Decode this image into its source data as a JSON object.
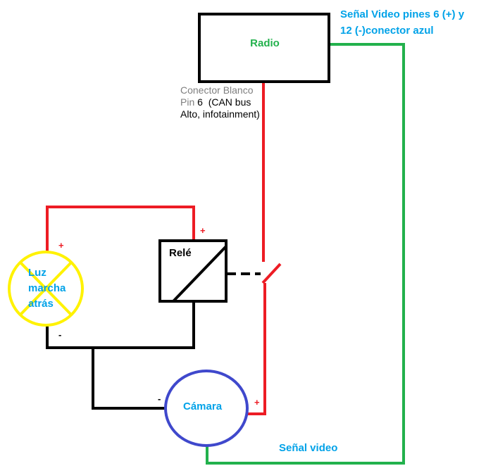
{
  "colors": {
    "red": "#ed1c24",
    "green": "#22b14c",
    "black": "#000000",
    "blue_text": "#00a2e8",
    "yellow": "#fff200",
    "camera_blue": "#3f48cc",
    "gray_text": "#7f7f7f"
  },
  "components": {
    "radio": {
      "label": "Radio"
    },
    "relay": {
      "label": "Relé"
    },
    "camera": {
      "label": "Cámara"
    },
    "lamp": {
      "label_line1": "Luz",
      "label_line2": "marcha",
      "label_line3": "atrás"
    }
  },
  "annotations": {
    "video_pins_line1": "Señal Video pines 6 (+) y",
    "video_pins_line2": "12 (-)conector azul",
    "connector_line1": "Conector Blanco",
    "connector_line2_prefix": "Pin ",
    "connector_line2_pin": "6",
    "connector_line2_suffix": "  (CAN bus",
    "connector_line3": "Alto, infotainment)",
    "video_signal": "Señal video"
  },
  "polarity": {
    "lamp_plus": "+",
    "lamp_minus": "-",
    "relay_plus": "+",
    "camera_minus": "-",
    "camera_plus": "+"
  }
}
